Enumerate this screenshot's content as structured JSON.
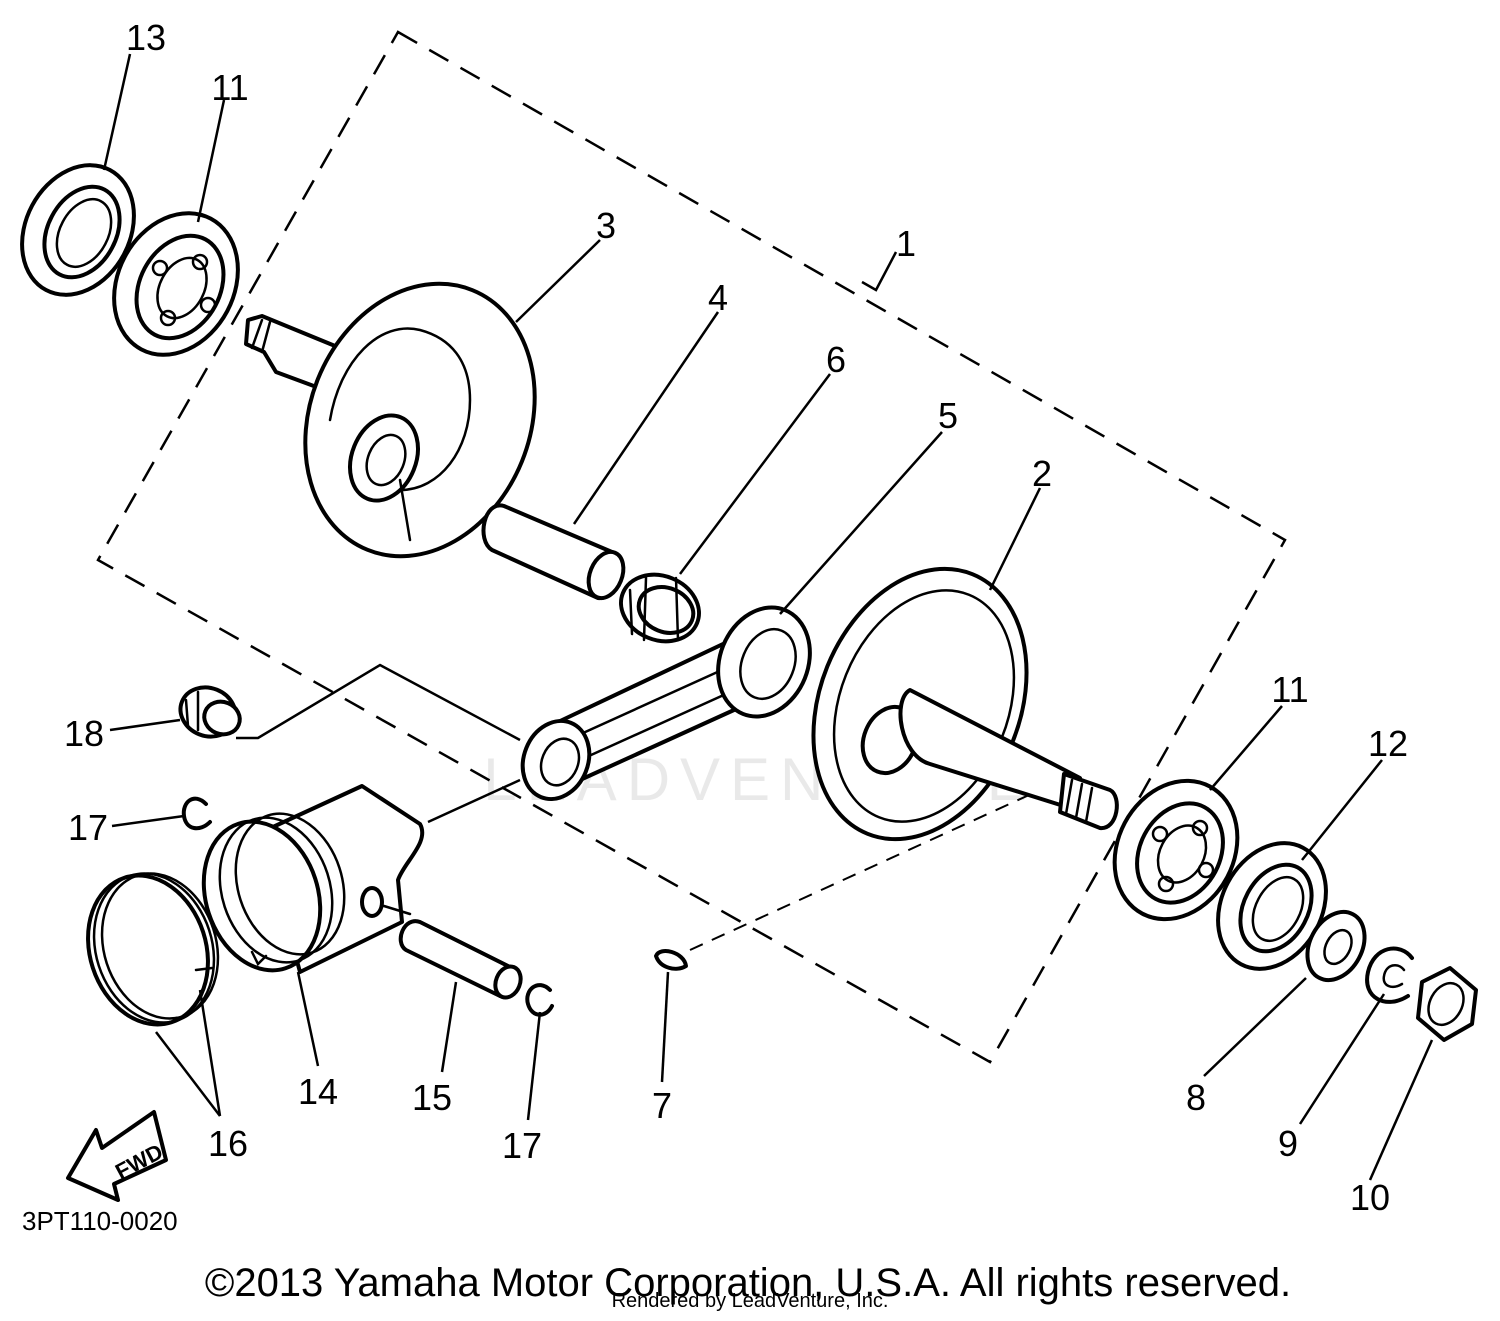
{
  "diagram": {
    "part_code": "3PT110-0020",
    "fwd_label": "FWD",
    "copyright": "©2013 Yamaha Motor Corporation, U.S.A. All rights reserved.",
    "rendered_by": "Rendered by LeadVenture, Inc.",
    "watermark": "LEADVENTURE",
    "callouts": {
      "c1": "1",
      "c2": "2",
      "c3": "3",
      "c4": "4",
      "c5": "5",
      "c6": "6",
      "c7": "7",
      "c8": "8",
      "c9": "9",
      "c10": "10",
      "c11a": "11",
      "c11b": "11",
      "c12": "12",
      "c13": "13",
      "c14": "14",
      "c15": "15",
      "c16": "16",
      "c17a": "17",
      "c17b": "17",
      "c18": "18"
    }
  }
}
